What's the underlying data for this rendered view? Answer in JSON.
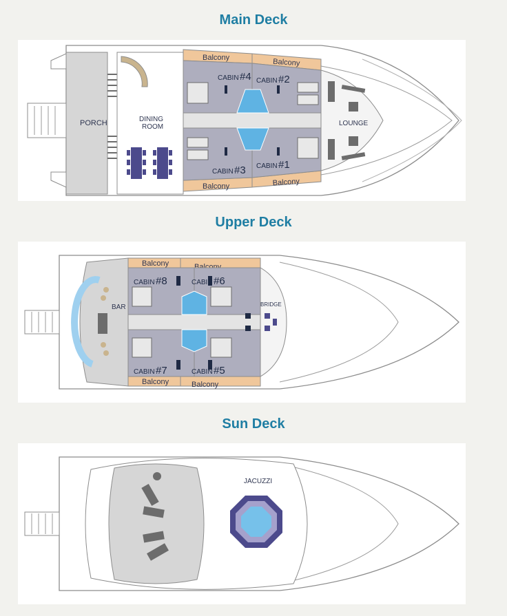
{
  "decks": {
    "main": {
      "title": "Main Deck",
      "labels": {
        "porch": "PORCH",
        "dining_1": "DINING",
        "dining_2": "ROOM",
        "lounge": "LOUNGE",
        "cabin_prefix": "CABIN",
        "cabin_1": "#1",
        "cabin_2": "#2",
        "cabin_3": "#3",
        "cabin_4": "#4",
        "balcony": "Balcony"
      }
    },
    "upper": {
      "title": "Upper Deck",
      "labels": {
        "bar": "BAR",
        "bridge": "BRIDGE",
        "cabin_prefix": "CABIN",
        "cabin_5": "#5",
        "cabin_6": "#6",
        "cabin_7": "#7",
        "cabin_8": "#8",
        "balcony": "Balcony"
      }
    },
    "sun": {
      "title": "Sun Deck",
      "labels": {
        "jacuzzi": "JACUZZI"
      }
    }
  },
  "colors": {
    "title": "#1f7ea3",
    "balcony": "#f0c79b",
    "cabin_floor": "#aeaebe",
    "deck_grey": "#d6d6d6",
    "hull_line": "#8c8c8c",
    "bathroom_blue": "#5fb3e3",
    "furniture_dark": "#6c6c6c",
    "jacuzzi_frame": "#4c4a8c",
    "jacuzzi_water": "#76c1ea",
    "bar_wood": "#c9b48e"
  }
}
